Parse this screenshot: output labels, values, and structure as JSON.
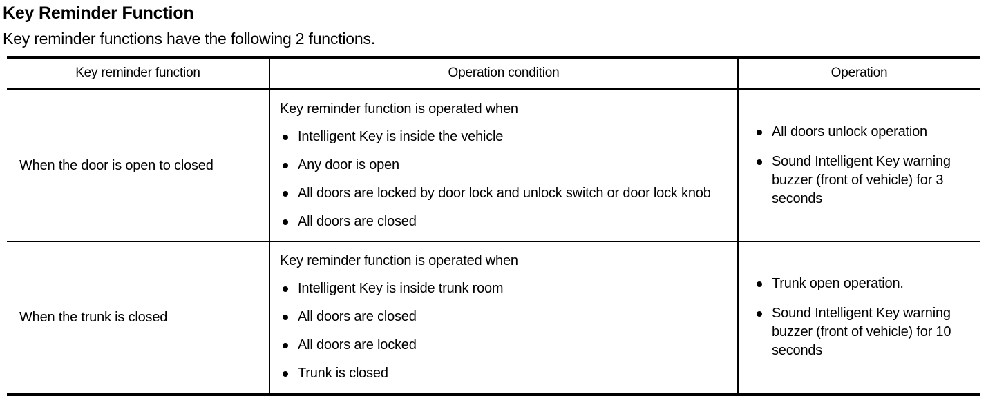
{
  "heading": "Key Reminder Function",
  "intro": "Key reminder functions have the following 2 functions.",
  "table": {
    "headers": {
      "col1": "Key reminder function",
      "col2": "Operation condition",
      "col3": "Operation"
    },
    "rows": [
      {
        "name": "When the door is open to closed",
        "condition_lead": "Key reminder function is operated when",
        "condition_items": [
          "Intelligent Key is inside the vehicle",
          "Any door is open",
          "All doors are locked by door lock and unlock switch or door lock knob",
          "All doors are closed"
        ],
        "operation_items": [
          "All doors unlock operation",
          "Sound Intelligent Key warning buzzer (front of vehicle) for 3 seconds"
        ]
      },
      {
        "name": "When the trunk is closed",
        "condition_lead": "Key reminder function is operated when",
        "condition_items": [
          "Intelligent Key is inside trunk room",
          "All doors are closed",
          "All doors are locked",
          "Trunk is closed"
        ],
        "operation_items": [
          "Trunk open operation.",
          "Sound Intelligent Key warning buzzer (front of vehicle) for 10 seconds"
        ]
      }
    ]
  },
  "colors": {
    "text": "#000000",
    "background": "#ffffff",
    "rule": "#000000"
  }
}
